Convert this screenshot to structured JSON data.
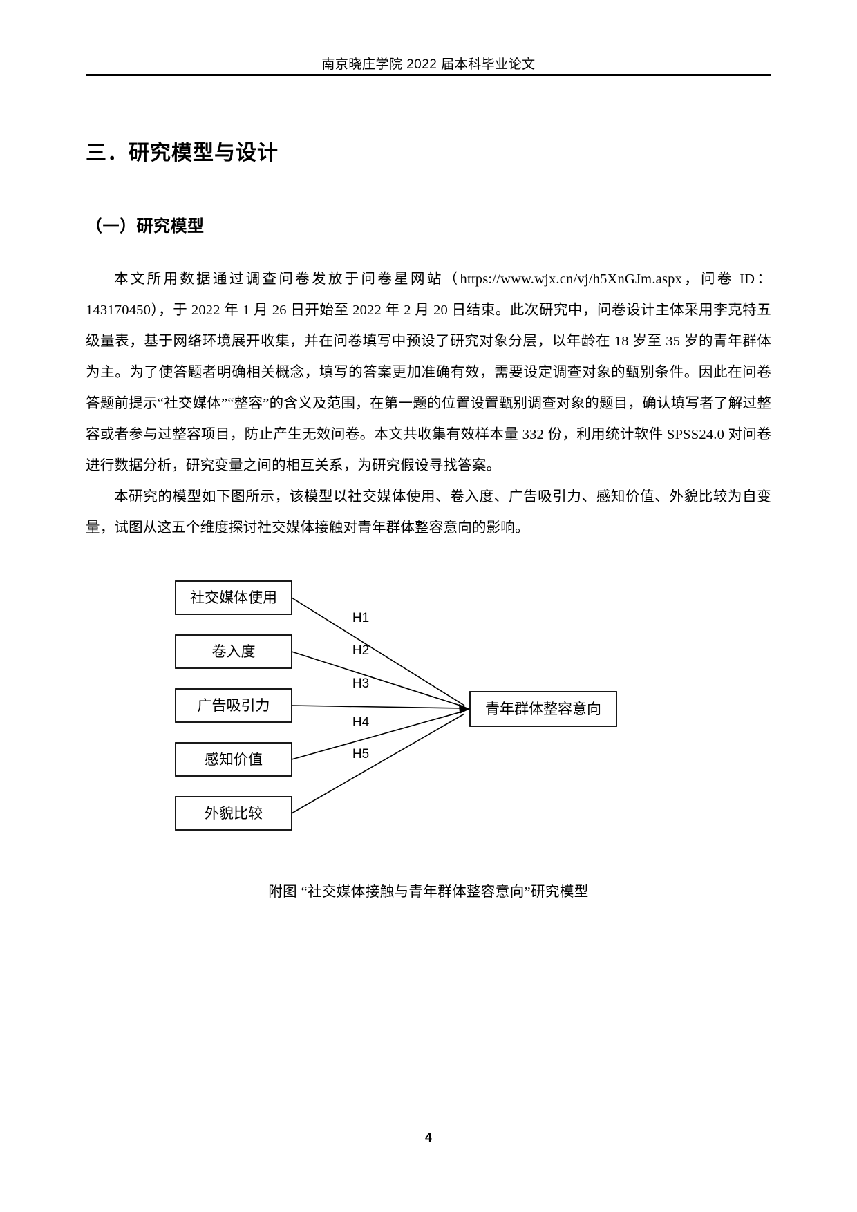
{
  "header": {
    "running_title": "南京晓庄学院 2022 届本科毕业论文"
  },
  "section": {
    "title": "三．研究模型与设计",
    "subtitle": "（一）研究模型"
  },
  "paragraphs": {
    "p1": "本文所用数据通过调查问卷发放于问卷星网站（https://www.wjx.cn/vj/h5XnGJm.aspx，问卷 ID：143170450），于 2022 年 1 月 26 日开始至 2022 年 2 月 20 日结束。此次研究中，问卷设计主体采用李克特五级量表，基于网络环境展开收集，并在问卷填写中预设了研究对象分层，以年龄在 18 岁至 35 岁的青年群体为主。为了使答题者明确相关概念，填写的答案更加准确有效，需要设定调查对象的甄别条件。因此在问卷答题前提示“社交媒体”“整容”的含义及范围，在第一题的位置设置甄别调查对象的题目，确认填写者了解过整容或者参与过整容项目，防止产生无效问卷。本文共收集有效样本量 332 份，利用统计软件 SPSS24.0 对问卷进行数据分析，研究变量之间的相互关系，为研究假设寻找答案。",
    "p2": "本研究的模型如下图所示，该模型以社交媒体使用、卷入度、广告吸引力、感知价值、外貌比较为自变量，试图从这五个维度探讨社交媒体接触对青年群体整容意向的影响。"
  },
  "diagram": {
    "independent_variables": [
      "社交媒体使用",
      "卷入度",
      "广告吸引力",
      "感知价值",
      "外貌比较"
    ],
    "hypothesis_labels": [
      "H1",
      "H2",
      "H3",
      "H4",
      "H5"
    ],
    "dependent_variable": "青年群体整容意向",
    "caption": "附图 “社交媒体接触与青年群体整容意向”研究模型"
  },
  "footer": {
    "page_number": "4"
  },
  "colors": {
    "text": "#000000",
    "background": "#ffffff",
    "rule": "#000000"
  }
}
